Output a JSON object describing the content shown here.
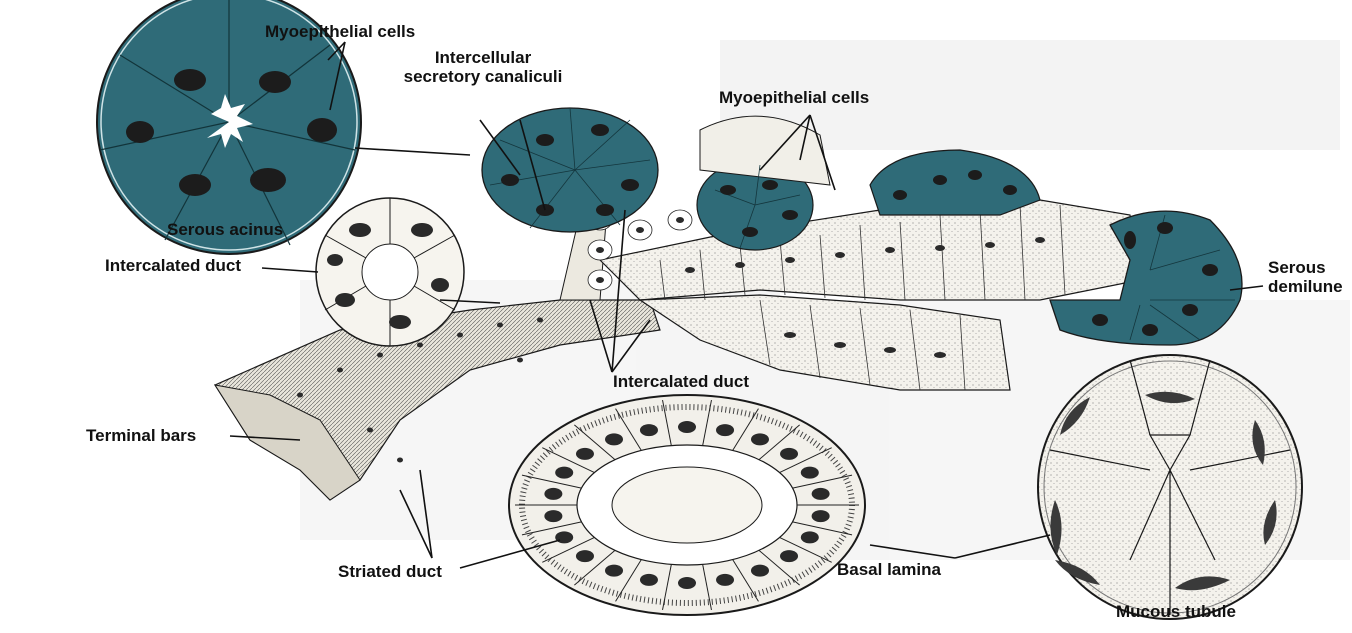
{
  "labels": {
    "myoepithelial_top": "Myoepithelial cells",
    "canaliculi_line1": "Intercellular",
    "canaliculi_line2": "secretory canaliculi",
    "myoepithelial_right": "Myoepithelial cells",
    "serous_acinus": "Serous acinus",
    "intercalated_duct_left": "Intercalated duct",
    "intercalated_duct_center": "Intercalated duct",
    "serous_demilune_line1": "Serous",
    "serous_demilune_line2": "demilune",
    "terminal_bars": "Terminal bars",
    "striated_duct": "Striated duct",
    "basal_lamina": "Basal lamina",
    "mucous_tubule": "Mucous tubule"
  },
  "colors": {
    "serous": "#2f6b78",
    "serous_light": "#3d7f8c",
    "mucous": "#f2f0ea",
    "nucleus": "#2a2a2a",
    "line": "#1a1a1a",
    "page_bg": "#ffffff"
  }
}
